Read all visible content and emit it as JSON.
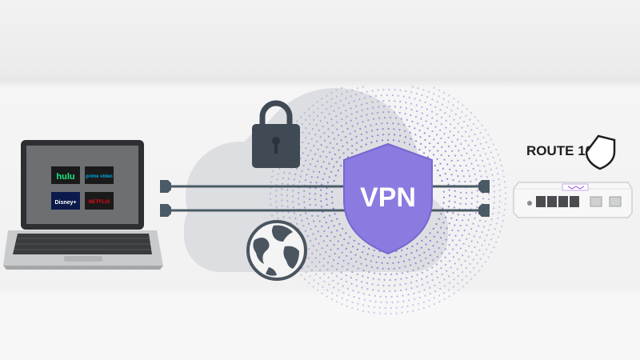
{
  "laptop": {
    "apps": [
      {
        "label": "hulu",
        "color": "#1ce783",
        "bg": "#1a1a1a"
      },
      {
        "label": "prime video",
        "color": "#00a8e1",
        "bg": "#1a1a1a"
      },
      {
        "label": "Disney+",
        "color": "#ffffff",
        "bg": "#0b1a4a"
      },
      {
        "label": "NETFLIX",
        "color": "#e50914",
        "bg": "#1a1a1a"
      }
    ]
  },
  "vpn": {
    "label": "VPN",
    "color": "#8b7be0"
  },
  "lock": {
    "icon": "padlock-icon",
    "color": "#3f4a55"
  },
  "globe": {
    "icon": "globe-icon",
    "color": "#4a5560"
  },
  "router": {
    "brand": "ROUTE 10"
  },
  "colors": {
    "cable": "#4a5a66",
    "dots": "#7b6cd6",
    "cloud": "#d9dbde"
  }
}
